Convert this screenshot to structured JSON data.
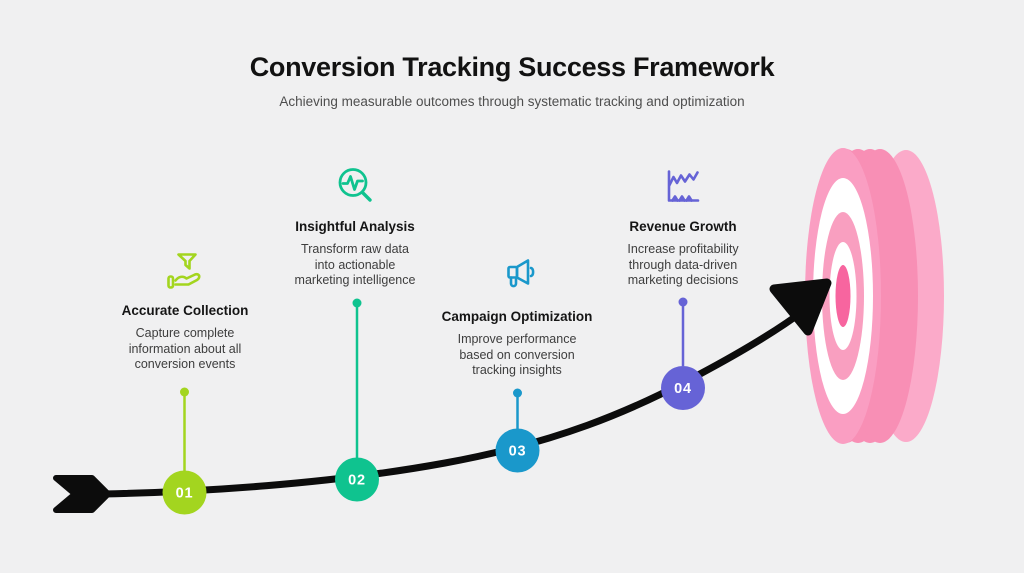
{
  "canvas": {
    "background": "#F0F0F1"
  },
  "header": {
    "title": "Conversion Tracking Success Framework",
    "subtitle": "Achieving measurable outcomes through systematic tracking and optimization"
  },
  "steps": [
    {
      "label": "01",
      "title": "Accurate Collection",
      "description": "Capture complete\ninformation about all\nconversion events",
      "color": "#A3D51F",
      "icon": "hand-holding-funnel-icon"
    },
    {
      "label": "02",
      "title": "Insightful Analysis",
      "description": "Transform raw data\ninto actionable\nmarketing intelligence",
      "color": "#0FC38F",
      "icon": "magnifier-pulse-icon"
    },
    {
      "label": "03",
      "title": "Campaign Optimization",
      "description": "Improve performance\nbased on conversion\ntracking insights",
      "color": "#1A98CB",
      "icon": "megaphone-icon"
    },
    {
      "label": "04",
      "title": "Revenue Growth",
      "description": "Increase profitability\nthrough data-driven\nmarketing decisions",
      "color": "#6663D6",
      "icon": "growth-chart-icon"
    }
  ],
  "arrow": {
    "color": "#0C0C0C"
  },
  "target": {
    "rim_color": "#F88FB5",
    "rim_highlight_color": "#FBAAC9",
    "ring_color": "#FA9EC2",
    "inner_ring_color": "#F99FC0",
    "white_ring_color": "#FFFFFF",
    "bullseye_color": "#F7659F"
  }
}
